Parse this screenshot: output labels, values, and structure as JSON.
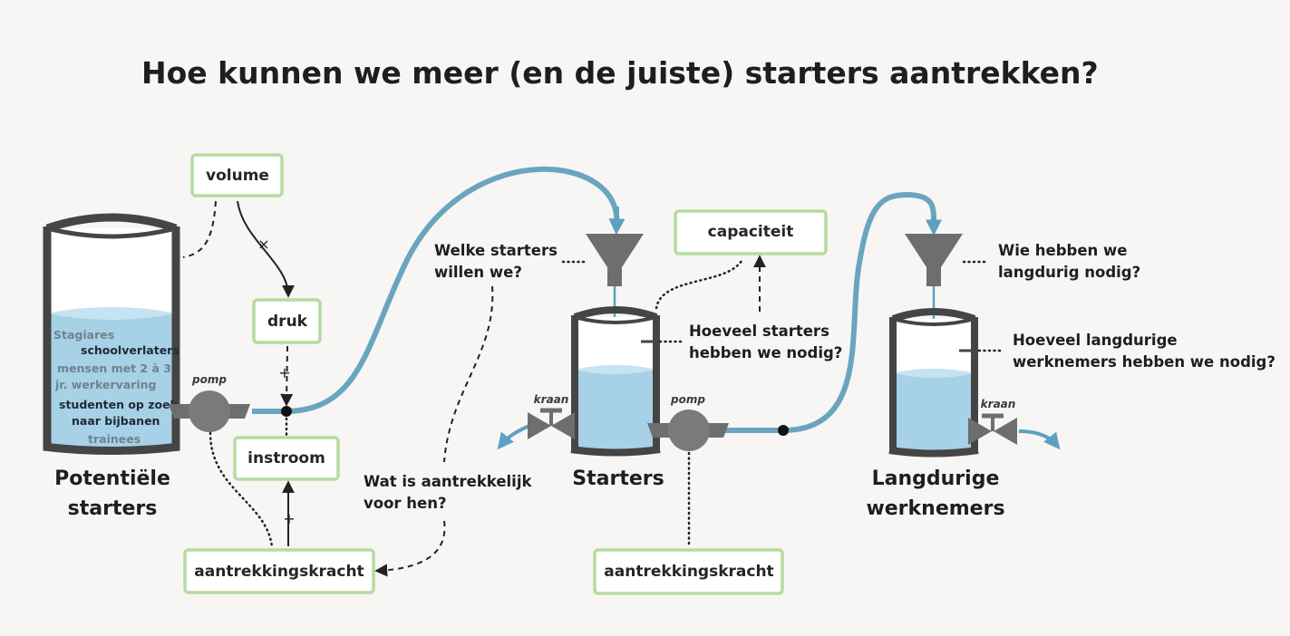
{
  "title": "Hoe kunnen we meer (en de juiste) starters aantrekken?",
  "colors": {
    "water": "#a6d1e6",
    "pipe": "#6aa5c0",
    "tank_frame": "#454545",
    "box_border": "#b6dba0",
    "funnel": "#6e6e6e"
  },
  "boxes": {
    "volume": "volume",
    "druk": "druk",
    "instroom": "instroom",
    "aantrekkingskracht_left": "aantrekkingskracht",
    "capaciteit": "capaciteit",
    "aantrekkingskracht_right": "aantrekkingskracht"
  },
  "signs": {
    "times": "×",
    "plus_druk": "+",
    "plus_aantrek": "+"
  },
  "tanks": {
    "potential": {
      "name_line1": "Potentiële",
      "name_line2": "starters",
      "labels": [
        "Stagiares",
        "schoolverlaters",
        "mensen met 2 à 3",
        "jr. werkervaring",
        "studenten op zoek",
        "naar bijbanen",
        "trainees"
      ]
    },
    "starters": {
      "name": "Starters"
    },
    "longterm": {
      "name_line1": "Langdurige",
      "name_line2": "werknemers"
    }
  },
  "devices": {
    "pump_left": "pomp",
    "pump_mid": "pomp",
    "valve_mid": "kraan",
    "valve_right": "kraan"
  },
  "questions": {
    "which_starters_1": "Welke starters",
    "which_starters_2": "willen we?",
    "how_many_starters_1": "Hoeveel starters",
    "how_many_starters_2": "hebben we nodig?",
    "attractive_1": "Wat is aantrekkelijk",
    "attractive_2": "voor hen?",
    "who_longterm_1": "Wie hebben we",
    "who_longterm_2": "langdurig nodig?",
    "how_many_longterm_1": "Hoeveel langdurige",
    "how_many_longterm_2": "werknemers hebben we nodig?"
  }
}
